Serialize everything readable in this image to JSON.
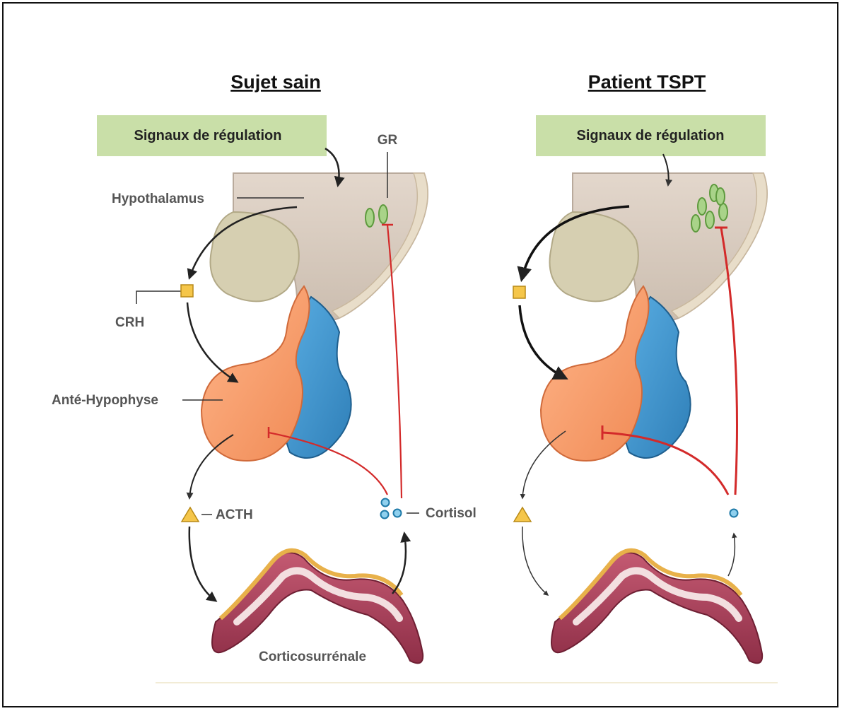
{
  "panels": [
    {
      "title": "Sujet sain",
      "box_label": "Signaux de régulation"
    },
    {
      "title": "Patient TSPT",
      "box_label": "Signaux de régulation"
    }
  ],
  "labels": {
    "gr": "GR",
    "hypothalamus": "Hypothalamus",
    "crh": "CRH",
    "ante_hypophyse": "Anté-Hypophyse",
    "acth": "ACTH",
    "cortisol": "Cortisol",
    "corticosurrenale": "Corticosurrénale"
  },
  "counts": {
    "healthy_gr_receptors": 2,
    "ptsd_gr_receptors": 6,
    "healthy_cortisol_molecules": 3,
    "ptsd_cortisol_molecules": 1
  },
  "colors": {
    "box_fill": "#c9dfa8",
    "inhibition": "#d32a2a",
    "anterior_pituitary": "#f7a272",
    "posterior_pituitary": "#4a9ad0",
    "hypothalamus": "#ddd0c4",
    "gland_outer": "#a8405a",
    "gland_cortex": "#e8b14a",
    "receptor": "#7fb65a"
  }
}
